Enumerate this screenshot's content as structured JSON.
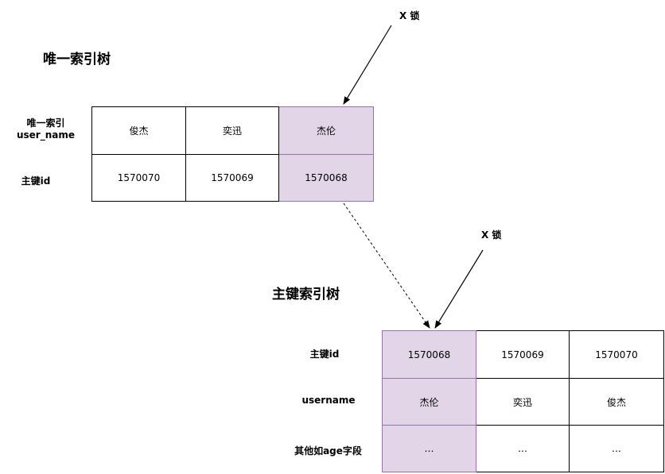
{
  "unique_tree": {
    "title": "唯一索引树",
    "row_label_1_line1": "唯一索引",
    "row_label_1_line2": "user_name",
    "row_label_2": "主键id",
    "names": [
      "俊杰",
      "奕迅",
      "杰伦"
    ],
    "ids": [
      "1570070",
      "1570069",
      "1570068"
    ],
    "lock_label": "X 锁"
  },
  "primary_tree": {
    "title": "主键索引树",
    "row_labels": [
      "主键id",
      "username",
      "其他如age字段"
    ],
    "ids": [
      "1570068",
      "1570069",
      "1570070"
    ],
    "names": [
      "杰伦",
      "奕迅",
      "俊杰"
    ],
    "others": [
      "…",
      "…",
      "…"
    ],
    "lock_label": "X 锁"
  },
  "colors": {
    "highlight_fill": "#e1d5e7",
    "highlight_border": "#9673a6",
    "line": "#000000"
  }
}
